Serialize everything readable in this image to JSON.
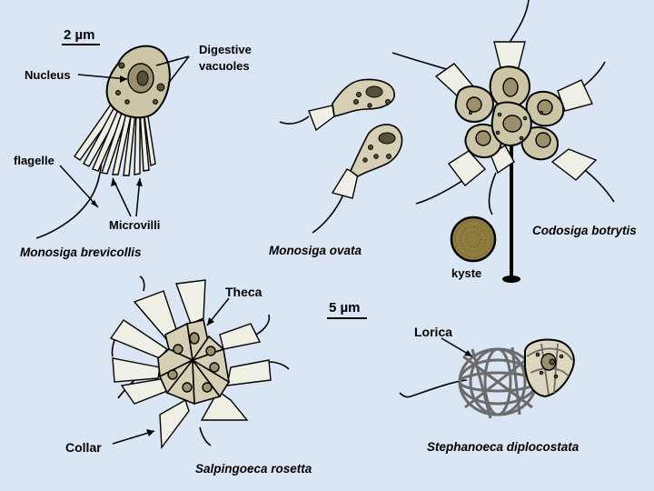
{
  "labels": {
    "scale_top": "2 µm",
    "nucleus": "Nucleus",
    "digestive_line1": "Digestive",
    "digestive_line2": "vacuoles",
    "flagelle": "flagelle",
    "microvilli": "Microvilli",
    "monosiga_brevicollis": "Monosiga brevicollis",
    "monosiga_ovata": "Monosiga ovata",
    "codosiga_botrytis": "Codosiga botrytis",
    "kyste": "kyste",
    "theca": "Theca",
    "scale_mid": "5 µm",
    "lorica": "Lorica",
    "collar": "Collar",
    "salpingoeca_rosetta": "Salpingoeca rosetta",
    "stephanoeca_diplocostata": "Stephanoeca diplocostata"
  },
  "colors": {
    "background": "#dbe6f4",
    "cell_fill": "#cdc6a6",
    "nucleus_fill": "#9c8f6c",
    "collar_fill": "#f0efe6",
    "lorica_stroke": "#6b6b6b"
  }
}
